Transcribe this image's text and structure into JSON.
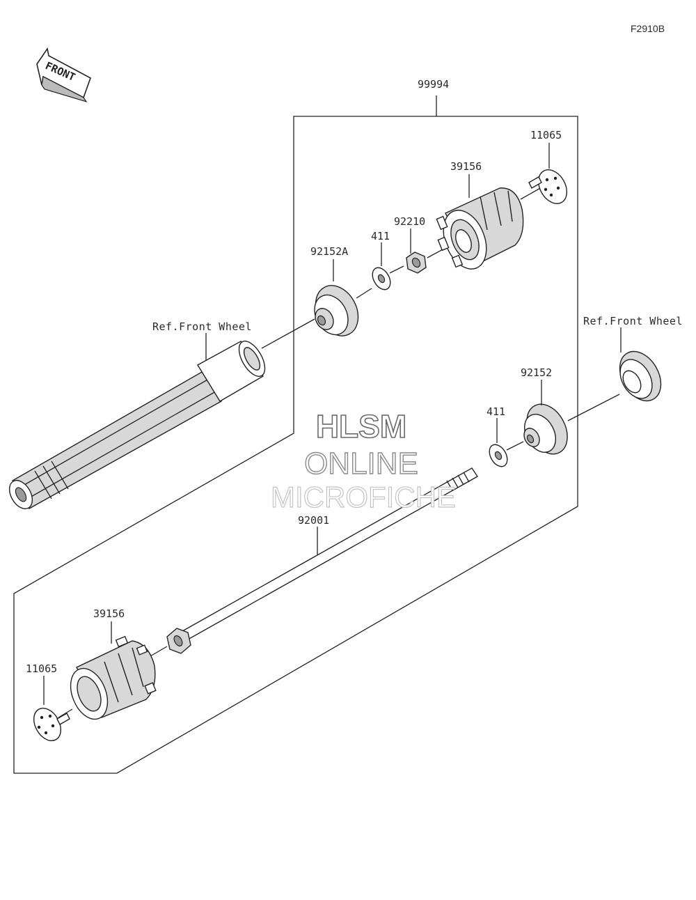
{
  "figure_code": "F2910B",
  "front_badge": "FRONT",
  "assembly_label": "99994",
  "parts": {
    "p11065_top": "11065",
    "p39156_top": "39156",
    "p92210": "92210",
    "p411_top": "411",
    "p92152A": "92152A",
    "ref_front_wheel_left": "Ref.Front Wheel",
    "ref_front_wheel_right": "Ref.Front Wheel",
    "p92152": "92152",
    "p411_bottom": "411",
    "p92001": "92001",
    "p39156_bottom": "39156",
    "p11065_bottom": "11065"
  },
  "watermark": {
    "line1": "HLSM",
    "line2": "ONLINE",
    "line3": "MICROFICHE"
  }
}
